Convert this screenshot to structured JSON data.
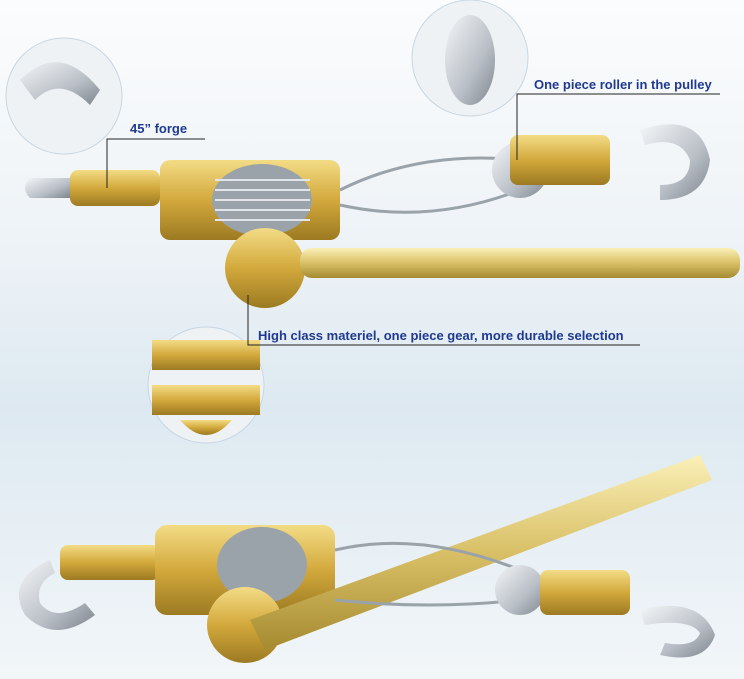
{
  "callouts": {
    "forge": "45”  forge",
    "roller": "One piece roller in the pulley",
    "gear": "High class materiel, one piece gear, more durable selection"
  },
  "colors": {
    "label": "#1f3a8f",
    "brass": "#d9b24a",
    "steel": "#b9bfc6"
  }
}
